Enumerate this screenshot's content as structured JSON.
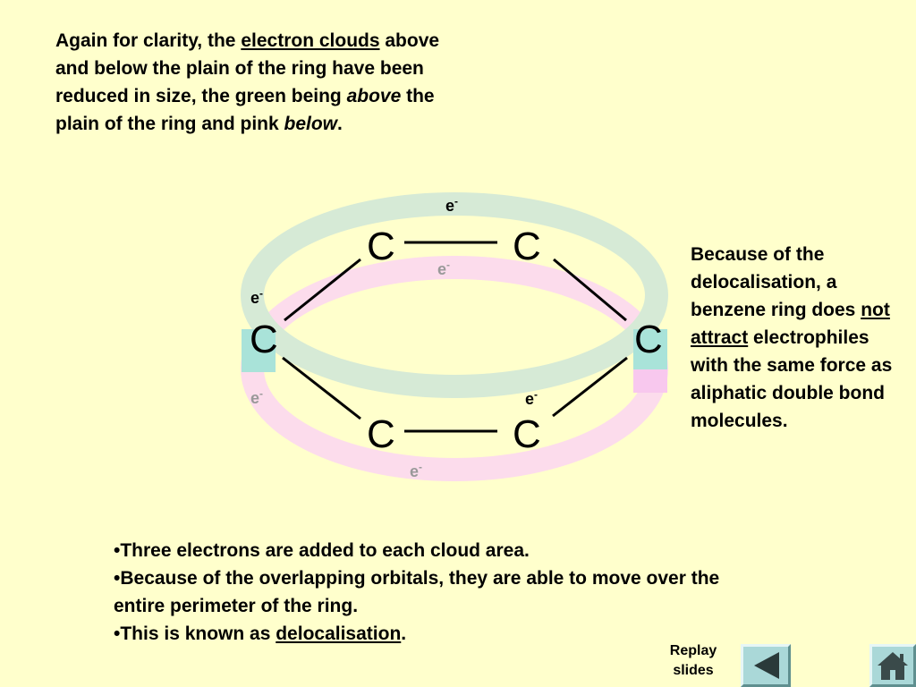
{
  "intro": {
    "p1": "Again for clarity, the ",
    "link1": "electron clouds",
    "p2": " above and below the plain of the ring have been reduced in size",
    "p3": ", the green being ",
    "em1": "above",
    "p4": " the plain of the ring and pink ",
    "em2": "below",
    "p5": "."
  },
  "side": {
    "p1": "Because of the delocalisation, a benzene ring does ",
    "link1": "not attract",
    "p2": " electrophiles with the same force as aliphatic double bond molecules."
  },
  "bullets": {
    "b1": "•Three electrons are added to each cloud area.",
    "b2": "•Because of the overlapping orbitals, they are able to move over the entire perimeter of the ring.",
    "b3_pre": "•This is known as ",
    "b3_link": "delocalisation",
    "b3_post": "."
  },
  "diagram": {
    "atom_label": "C",
    "electron_label": "e",
    "electron_charge": "-",
    "colors": {
      "green_cloud": "#d6ead6",
      "pink_cloud": "#fcdcec",
      "overlap": "#a9e3d9",
      "bond": "#000000"
    }
  },
  "nav": {
    "replay_line1": "Replay",
    "replay_line2": "slides",
    "replay_icon": "triangle-left-icon",
    "home_icon": "home-icon"
  }
}
